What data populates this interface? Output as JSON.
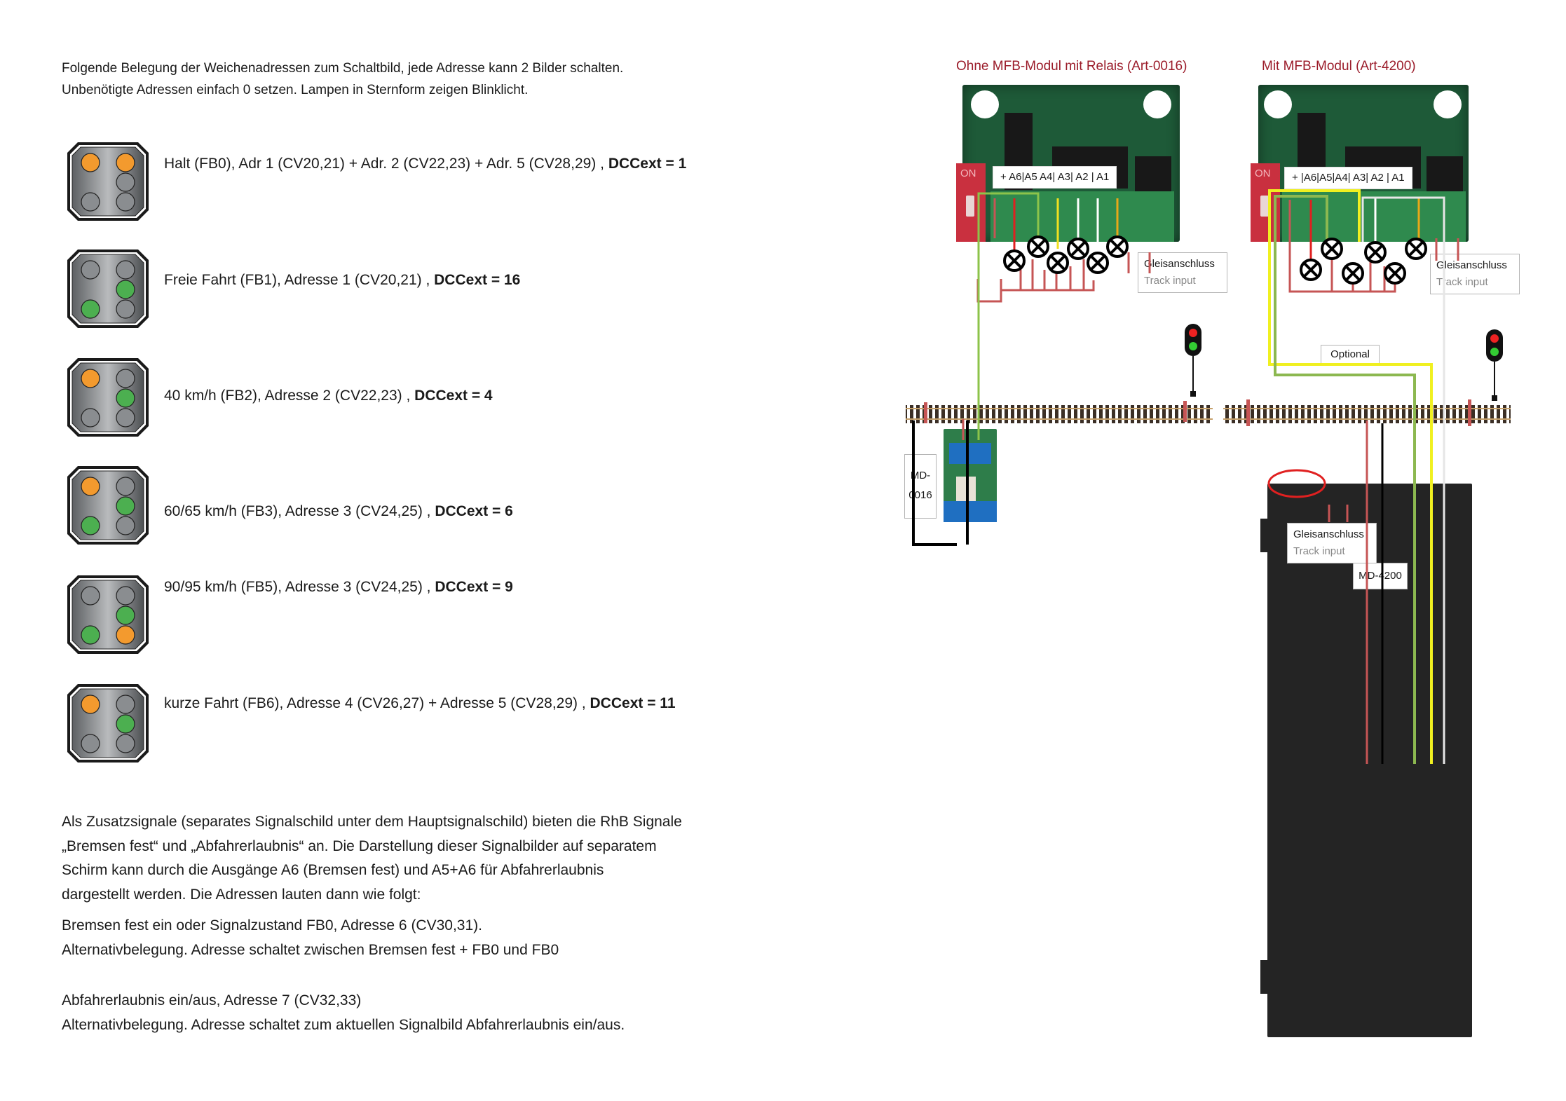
{
  "intro": {
    "line1": "Folgende Belegung der Weichenadressen zum Schaltbild, jede Adresse kann 2 Bilder schalten.",
    "line2": "Unbenötigte Adressen einfach 0 setzen. Lampen in Sternform zeigen Blinklicht."
  },
  "colors": {
    "lamp_orange": "#f39a2e",
    "lamp_green": "#4caf50",
    "lamp_off": "#8a8d90",
    "heading_red": "#9b1c2a",
    "pcb_green": "#1e5a38"
  },
  "signals": [
    {
      "text": "Halt (FB0), Adr 1 (CV20,21) + Adr. 2 (CV22,23) + Adr. 5 (CV28,29) , ",
      "dccext": "DCCext = 1",
      "lamps": {
        "left_top": "orange",
        "left_bottom": "off",
        "right_top": "orange",
        "right_mid": "off",
        "right_bottom": "off"
      }
    },
    {
      "text": "Freie Fahrt (FB1), Adresse 1 (CV20,21) , ",
      "dccext": "DCCext = 16",
      "lamps": {
        "left_top": "off",
        "left_bottom": "green",
        "right_top": "off",
        "right_mid": "green",
        "right_bottom": "off"
      }
    },
    {
      "text": "40 km/h (FB2), Adresse 2 (CV22,23) , ",
      "dccext": "DCCext = 4",
      "lamps": {
        "left_top": "orange",
        "left_bottom": "off",
        "right_top": "off",
        "right_mid": "green",
        "right_bottom": "off"
      }
    },
    {
      "text": "60/65 km/h (FB3), Adresse 3 (CV24,25) , ",
      "dccext": "DCCext = 6",
      "lamps": {
        "left_top": "orange",
        "left_bottom": "green",
        "right_top": "off",
        "right_mid": "green",
        "right_bottom": "off"
      }
    },
    {
      "text": "90/95 km/h (FB5), Adresse 3 (CV24,25) , ",
      "dccext": "DCCext = 9",
      "lamps": {
        "left_top": "off",
        "left_bottom": "green",
        "right_top": "off",
        "right_mid": "green",
        "right_bottom": "orange"
      }
    },
    {
      "text": "kurze Fahrt (FB6), Adresse 4 (CV26,27) + Adresse 5 (CV28,29) , ",
      "dccext": "DCCext = 11",
      "lamps": {
        "left_top": "orange",
        "left_bottom": "off",
        "right_top": "off",
        "right_mid": "green",
        "right_bottom": "off"
      }
    }
  ],
  "paragraph": {
    "lines": [
      "Als Zusatzsignale (separates Signalschild unter dem Hauptsignalschild) bieten die RhB Signale",
      "„Bremsen fest“ und „Abfahrerlaubnis“ an. Die Darstellung dieser Signalbilder auf separatem",
      "Schirm kann durch die Ausgänge A6 (Bremsen fest) und A5+A6 für Abfahrerlaubnis",
      "dargestellt werden. Die Adressen lauten dann wie folgt:"
    ],
    "bremsen_line1": "Bremsen fest ein oder Signalzustand FB0, Adresse 6 (CV30,31).",
    "bremsen_line2": "Alternativbelegung. Adresse schaltet zwischen Bremsen fest + FB0 und FB0",
    "abfahr_line1": "Abfahrerlaubnis ein/aus, Adresse 7 (CV32,33)",
    "abfahr_line2": "Alternativbelegung. Adresse schaltet zum aktuellen Signalbild Abfahrerlaubnis ein/aus."
  },
  "diagram": {
    "left": {
      "heading": "Ohne MFB-Modul mit Relais (Art-0016)",
      "pin_label": "+  A6|A5  A4| A3| A2 | A1",
      "dip_label": "ON",
      "track_box_title": "Gleisanschluss",
      "track_box_sub": "Track input",
      "relay_label_line1": "MD-",
      "relay_label_line2": "0016"
    },
    "right": {
      "heading": "Mit MFB-Modul (Art-4200)",
      "pin_label": "+ |A6|A5|A4| A3| A2 | A1",
      "dip_label": "ON",
      "track_box_title": "Gleisanschluss",
      "track_box_sub": "Track input",
      "optional_label": "Optional",
      "module_track_box_title": "Gleisanschluss",
      "module_track_box_sub": "Track input",
      "module_label": "MD-4200"
    }
  }
}
